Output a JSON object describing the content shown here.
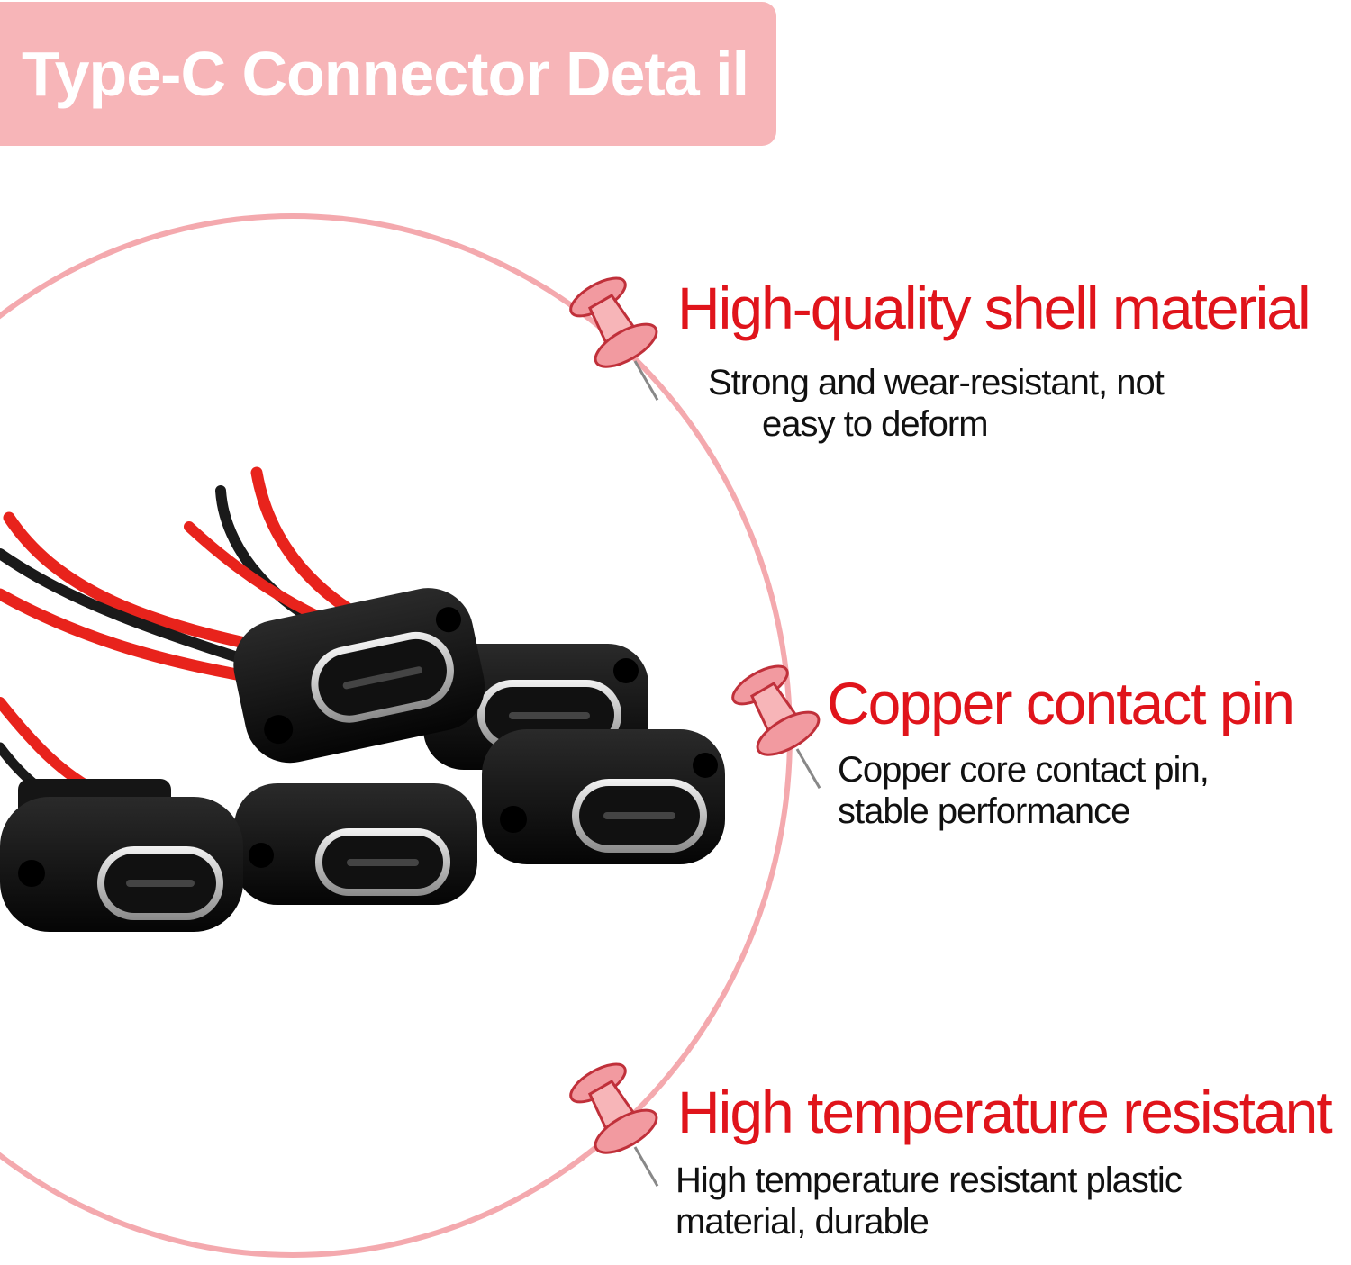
{
  "title": "Type-C Connector Deta il",
  "colors": {
    "banner": "#f7b5b8",
    "circle": "#f4a9ae",
    "feature_title": "#e0141b",
    "pin": "#f29aa0"
  },
  "features": [
    {
      "icon": "push-pin-icon",
      "title": "High-quality shell material",
      "desc_line1": "Strong and wear-resistant, not",
      "desc_line2": "easy to deform"
    },
    {
      "icon": "push-pin-icon",
      "title": "Copper contact pin",
      "desc_line1": "Copper core contact pin,",
      "desc_line2": "stable performance"
    },
    {
      "icon": "push-pin-icon",
      "title": "High temperature resistant",
      "desc_line1": "High temperature resistant plastic",
      "desc_line2": "material, durable"
    }
  ]
}
